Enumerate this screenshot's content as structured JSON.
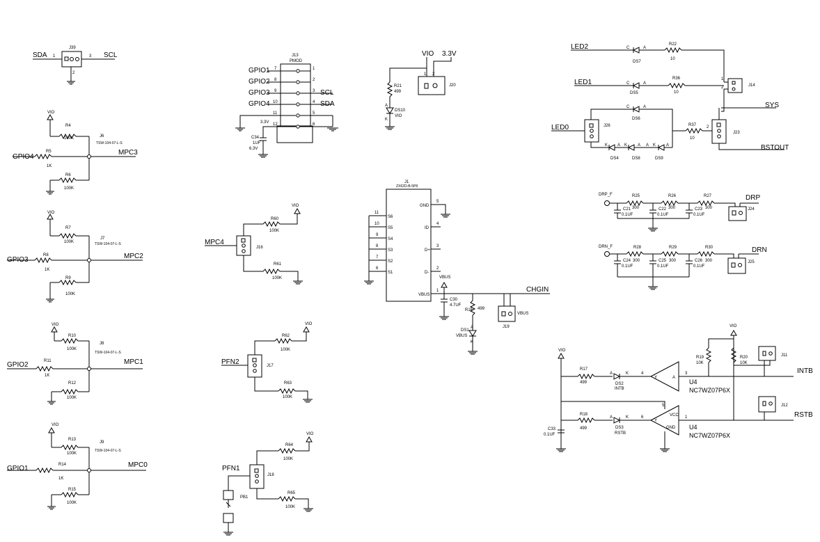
{
  "signals": {
    "sda": "SDA",
    "scl": "SCL",
    "gpio1": "GPIO1",
    "gpio2": "GPIO2",
    "gpio3": "GPIO3",
    "gpio4": "GPIO4",
    "mpc0": "MPC0",
    "mpc1": "MPC1",
    "mpc2": "MPC2",
    "mpc3": "MPC3",
    "mpc4": "MPC4",
    "pfn1": "PFN1",
    "pfn2": "PFN2",
    "vio": "VIO",
    "v33": "3.3V",
    "vbus": "VBUS",
    "chgin": "CHGIN",
    "led0": "LED0",
    "led1": "LED1",
    "led2": "LED2",
    "sys": "SYS",
    "bstout": "BSTOUT",
    "drp": "DRP",
    "drn": "DRN",
    "drp_f": "DRP_F",
    "drn_f": "DRN_F",
    "intb": "INTB",
    "rstb": "RSTB"
  },
  "refs": {
    "j39": "J39",
    "j13": "J13",
    "j20": "J20",
    "j6": "J6",
    "j7": "J7",
    "j8": "J8",
    "j9": "J9",
    "j16": "J16",
    "j17": "J17",
    "j18": "J18",
    "j1": "J1",
    "j19": "J19",
    "j26": "J26",
    "j14": "J14",
    "j23": "J23",
    "j24": "J24",
    "j25": "J25",
    "j11": "J11",
    "j12": "J12",
    "r4": "R4",
    "r5": "R5",
    "r6": "R6",
    "r7": "R7",
    "r8": "R8",
    "r9": "R9",
    "r10": "R10",
    "r11": "R11",
    "r12": "R12",
    "r13": "R13",
    "r14": "R14",
    "r15": "R15",
    "r60": "R60",
    "r61": "R61",
    "r62": "R62",
    "r63": "R63",
    "r64": "R64",
    "r65": "R65",
    "r21": "R21",
    "r16": "R16",
    "r22": "R22",
    "r36": "R36",
    "r37": "R37",
    "r25": "R25",
    "r26": "R26",
    "r27": "R27",
    "r28": "R28",
    "r29": "R29",
    "r30": "R30",
    "r17": "R17",
    "r18": "R18",
    "r19": "R19",
    "r20": "R20",
    "c34": "C34",
    "c30": "C30",
    "c21": "C21",
    "c22": "C22",
    "c23": "C23",
    "c24": "C24",
    "c25": "C25",
    "c26": "C26",
    "c33": "C33",
    "ds10": "DS10",
    "ds1": "DS1",
    "ds7": "DS7",
    "ds5": "DS5",
    "ds6": "DS6",
    "ds4": "DS4",
    "ds8": "DS8",
    "ds9": "DS9",
    "ds2": "DS2",
    "ds3": "DS3",
    "pb1": "PB1",
    "u4": "U4"
  },
  "values": {
    "r100k": "100K",
    "r1k": "1K",
    "r499": "499",
    "r10": "10",
    "r300": "300",
    "r10k": "10K",
    "c1uf": "1UF",
    "c63v": "6.3V",
    "c47uf": "4.7UF",
    "c01uf": "0.1UF",
    "hdr_part": "TSW-104-07-L-S",
    "pmod": "PMOD",
    "usb_part": "ZX62D-B-5P8",
    "buf_part": "NC7WZ07P6X"
  },
  "pins": {
    "p1": "1",
    "p2": "2",
    "p3": "3",
    "p4": "4",
    "p5": "5",
    "p6": "6",
    "p7": "7",
    "p8": "8",
    "p9": "9",
    "p10": "10",
    "p11": "11",
    "p12": "12"
  },
  "led_pins": {
    "anode": "A",
    "cathode": "C",
    "k": "K"
  },
  "usb_pins": {
    "gnd": "GND",
    "id": "ID",
    "dp": "D+",
    "dm": "D-",
    "vbus": "VBUS",
    "s1": "S1",
    "s2": "S2",
    "s3": "S3",
    "s4": "S4",
    "s5": "S5",
    "s6": "S6"
  },
  "gate_pins": {
    "a": "A",
    "y": "Y",
    "vcc": "VCC",
    "gnd": "GND"
  }
}
